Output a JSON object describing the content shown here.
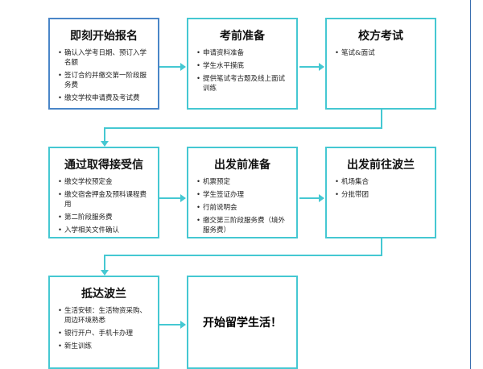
{
  "steps": [
    {
      "title": "即刻开始报名",
      "items": [
        "确认入学考日期、预订入学名额",
        "签订合约并缴交第一阶段服务费",
        "缴交学校申请费及考试费"
      ]
    },
    {
      "title": "考前准备",
      "items": [
        "申请资料准备",
        "学生水平摸底",
        "提供笔试考古题及线上面试训练"
      ]
    },
    {
      "title": "校方考试",
      "items": [
        "笔试&面试"
      ]
    },
    {
      "title": "通过取得接受信",
      "items": [
        "缴交学校预定金",
        "缴交宿舍押金及预科课程费用",
        "第二阶段服务费",
        "入学相关文件确认"
      ]
    },
    {
      "title": "出发前准备",
      "items": [
        "机票预定",
        "学生签证办理",
        "行前说明会",
        "缴交第三阶段服务费（境外服务费）"
      ]
    },
    {
      "title": "出发前往波兰",
      "items": [
        "机场集合",
        "分批带团"
      ]
    },
    {
      "title": "抵达波兰",
      "items": [
        "生活安顿：生活物资采购、周边环境熟悉",
        "银行开户、手机卡办理",
        "新生训练"
      ]
    },
    {
      "title": "开始留学生活！",
      "items": []
    }
  ],
  "colors": {
    "accent": "#45c8d2",
    "first_border": "#4a86c8"
  }
}
